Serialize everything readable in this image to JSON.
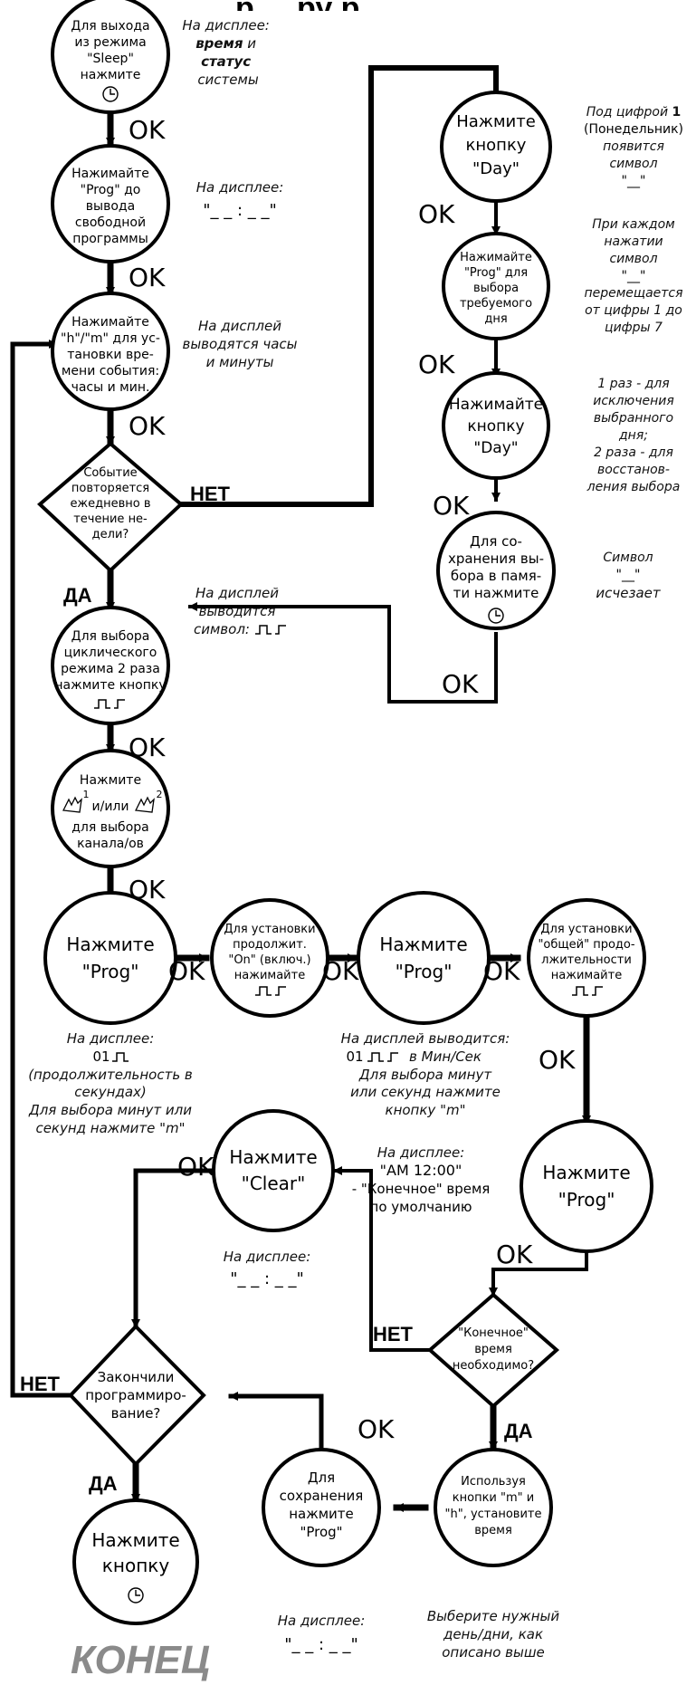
{
  "title_fragment": "р ... ру р",
  "nodes": {
    "sleep": [
      "Для выхода",
      "из режима",
      "\"Sleep\"",
      "нажмите"
    ],
    "prog1": [
      "Нажимайте",
      "\"Prog\" до",
      "вывода",
      "свободной",
      "программы"
    ],
    "hm": [
      "Нажимайте",
      "\"h\"/\"m\" для ус-",
      "тановки вре-",
      "мени события:",
      "часы и мин."
    ],
    "daily": [
      "Событие",
      "повторяется",
      "ежедневно в",
      "течение не-",
      "дели?"
    ],
    "cyclic": [
      "Для выбора",
      "циклического",
      "режима 2 раза",
      "нажмите кнопку"
    ],
    "channel": [
      "Нажмите",
      "и/или",
      "для выбора",
      "канала/ов"
    ],
    "channel_sup1": "1",
    "channel_sup2": "2",
    "prog_a": [
      "Нажмите",
      "\"Prog\""
    ],
    "on_dur": [
      "Для установки",
      "продолжит.",
      "\"On\" (включ.)",
      "нажимайте"
    ],
    "prog_b": [
      "Нажмите",
      "\"Prog\""
    ],
    "total_dur": [
      "Для установки",
      "\"общей\" продо-",
      "лжительности",
      "нажимайте"
    ],
    "prog_c": [
      "Нажмите",
      "\"Prog\""
    ],
    "end_time": [
      "\"Конечное\"",
      "время",
      "необходимо?"
    ],
    "set_time": [
      "Используя",
      "кнопки \"m\" и",
      "\"h\", установите",
      "время"
    ],
    "save": [
      "Для",
      "сохранения",
      "нажмите",
      "\"Prog\""
    ],
    "clear": [
      "Нажмите",
      "\"Clear\""
    ],
    "finished": [
      "Закончили",
      "программиро-",
      "вание?"
    ],
    "final": [
      "Нажмите",
      "кнопку"
    ],
    "day1": [
      "Нажмите",
      "кнопку",
      "\"Day\""
    ],
    "day_prog": [
      "Нажимайте",
      "\"Prog\" для",
      "выбора",
      "требуемого",
      "дня"
    ],
    "day2": [
      "Нажимайте",
      "кнопку",
      "\"Day\""
    ],
    "day_save": [
      "Для со-",
      "хранения вы-",
      "бора в памя-",
      "ти нажмите"
    ]
  },
  "notes": {
    "display_time_prefix": "На дисплее:",
    "display_time_bold1": "время",
    "display_time_mid": " и",
    "display_time_bold2": "статус",
    "display_time_tail": "системы",
    "display_dash": [
      "На дисплее:",
      "\"_ _ : _ _\""
    ],
    "display_hm": [
      "На дисплей",
      "выводятся часы",
      "и минуты"
    ],
    "display_symbol": [
      "На дисплей",
      "выводится",
      "символ:"
    ],
    "display_01": [
      "На дисплее:",
      "01",
      "(продолжительность в",
      "секундах)",
      "Для выбора  минут или",
      "секунд нажмите \"m\""
    ],
    "display_minsec": [
      "На дисплей выводится:",
      "01",
      "в  Мин/Сек",
      "Для выбора  минут",
      "или секунд нажмите",
      "кнопку \"m\""
    ],
    "display_am": [
      "На дисплее:",
      "\"AM 12:00\"",
      "- \"Конечное\" время",
      "по умолчанию"
    ],
    "display_clear": [
      "На дисплее:",
      "\"_ _ : _ _\""
    ],
    "display_save": [
      "На дисплее:",
      "\"_ _ : _ _\""
    ],
    "select_day": [
      "Выберите нужный",
      "день/дни, как",
      "описано выше"
    ],
    "day_under_prefix": "Под цифрой",
    "day_under_num": "1",
    "day_under": [
      "(Понедельник)",
      "появится",
      "символ",
      "\"__\""
    ],
    "each_press": [
      "При каждом",
      "нажатии",
      "символ",
      "\"__\"",
      "перемещается",
      "от цифры 1 до",
      "цифры 7"
    ],
    "one_press": [
      "1 раз - для",
      "исключения",
      "выбранного",
      "дня;",
      "2 раза - для",
      "восстанов-",
      "ления выбора"
    ],
    "symbol_gone": [
      "Символ",
      "\"__\"",
      "исчезает"
    ]
  },
  "labels": {
    "ok": "OK",
    "yes": "ДА",
    "no": "НЕТ",
    "end": "КОНЕЦ"
  },
  "colors": {
    "line": "#000000",
    "end_text": "#8a8a8a"
  },
  "icons": [
    "clock-icon",
    "cycle-symbol-icon",
    "hand-touch-icon"
  ]
}
